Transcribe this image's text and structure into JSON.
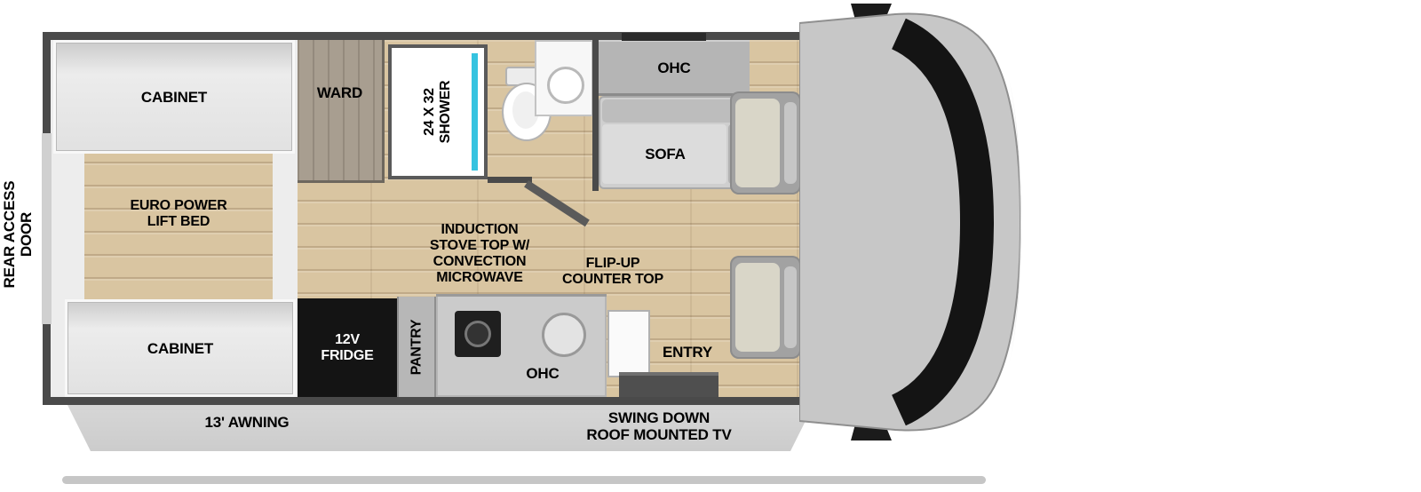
{
  "title": "RV Floorplan Diagram",
  "exterior": {
    "rear_access_door": "REAR ACCESS\nDOOR",
    "awning": "13' AWNING",
    "roof_tv": "SWING DOWN\nROOF MOUNTED TV"
  },
  "bedroom": {
    "cabinet_top": "CABINET",
    "lift_bed": "EURO POWER\nLIFT BED",
    "cabinet_bottom": "CABINET",
    "wardrobe": "WARD"
  },
  "bathroom": {
    "shower": "24 X 32\nSHOWER"
  },
  "living": {
    "overhead_cabinet": "OHC",
    "sofa": "SOFA"
  },
  "kitchen": {
    "induction_stove": "INDUCTION\nSTOVE TOP W/\nCONVECTION\nMICROWAVE",
    "flip_up_counter": "FLIP-UP\nCOUNTER TOP",
    "fridge": "12V\nFRIDGE",
    "pantry": "PANTRY",
    "overhead_cabinet": "OHC",
    "entry": "ENTRY"
  },
  "colors": {
    "wall": "#4a4a4a",
    "floor_wood": "#d9c5a1",
    "shower_glass_blue": "#35c3e0",
    "fridge_black": "#141414",
    "awning_gray": "#d8d8d8"
  }
}
